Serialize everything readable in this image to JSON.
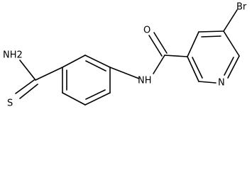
{
  "molecule": {
    "atoms": {
      "br": "Br",
      "o": "O",
      "nh": "NH",
      "n_ring": "N",
      "nh2": "NH2",
      "s": "S"
    }
  }
}
